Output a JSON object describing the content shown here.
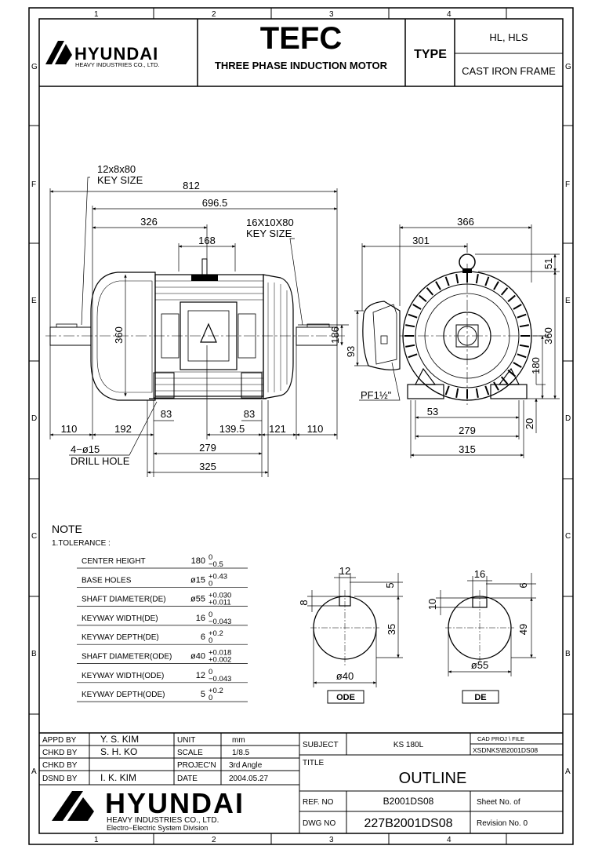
{
  "grid": {
    "columns": [
      "1",
      "2",
      "3",
      "4"
    ],
    "rows": [
      "G",
      "F",
      "E",
      "D",
      "C",
      "B",
      "A"
    ]
  },
  "header": {
    "brand": "HYUNDAI",
    "brand_sub": "HEAVY INDUSTRIES CO., LTD.",
    "title_main": "TEFC",
    "title_sub": "THREE PHASE INDUCTION MOTOR",
    "type_label": "TYPE",
    "type_value": "HL, HLS",
    "frame": "CAST IRON FRAME"
  },
  "front_view": {
    "overall_length": "812",
    "body_length": "696.5",
    "key_ode_value": "12x8x80",
    "key_ode_label": "KEY SIZE",
    "key_de_value": "16X10X80",
    "key_de_label": "KEY SIZE",
    "dim_326": "326",
    "dim_168": "168",
    "dim_360": "360",
    "dim_186": "186",
    "dim_83a": "83",
    "dim_83b": "83",
    "dim_110a": "110",
    "dim_192": "192",
    "dim_139": "139.5",
    "dim_121": "121",
    "dim_110b": "110",
    "dim_279": "279",
    "dim_325": "325",
    "hole_spec": "4−ø15",
    "hole_label": "DRILL HOLE"
  },
  "side_view": {
    "dim_366": "366",
    "dim_301": "301",
    "dim_51": "51",
    "dim_360": "360",
    "dim_180": "180",
    "dim_93": "93",
    "dim_53": "53",
    "dim_20": "20",
    "dim_279": "279",
    "dim_315": "315",
    "pf_label": "PF1½\""
  },
  "note": {
    "title": "NOTE",
    "subtitle": "1.TOLERANCE :",
    "rows": [
      {
        "name": "CENTER HEIGHT",
        "prefix": "180",
        "up": "0",
        "low": "−0.5"
      },
      {
        "name": "BASE HOLES",
        "prefix": "ø15",
        "up": "+0.43",
        "low": "0"
      },
      {
        "name": "SHAFT DIAMETER(DE)",
        "prefix": "ø55",
        "up": "+0.030",
        "low": "+0.011"
      },
      {
        "name": "KEYWAY WIDTH(DE)",
        "prefix": "16",
        "up": "0",
        "low": "−0.043"
      },
      {
        "name": "KEYWAY DEPTH(DE)",
        "prefix": "6",
        "up": "+0.2",
        "low": "0"
      },
      {
        "name": "SHAFT DIAMETER(ODE)",
        "prefix": "ø40",
        "up": "+0.018",
        "low": "+0.002"
      },
      {
        "name": "KEYWAY WIDTH(ODE)",
        "prefix": "12",
        "up": "0",
        "low": "−0.043"
      },
      {
        "name": "KEYWAY DEPTH(ODE)",
        "prefix": "5",
        "up": "+0.2",
        "low": "0"
      }
    ]
  },
  "sections": {
    "ode": {
      "w": "12",
      "d": "5",
      "k": "8",
      "h": "35",
      "dia": "ø40",
      "label": "ODE"
    },
    "de": {
      "w": "16",
      "d": "6",
      "k": "10",
      "h": "49",
      "dia": "ø55",
      "label": "DE"
    }
  },
  "title_block": {
    "appd_label": "APPD  BY",
    "appd": "Y. S. KIM",
    "chkd1_label": "CHKD  BY",
    "chkd1": "S. H. KO",
    "chkd2_label": "CHKD  BY",
    "chkd2": "",
    "dsnd_label": "DSND  BY",
    "dsnd": "I. K. KIM",
    "unit_label": "UNIT",
    "unit": "mm",
    "scale_label": "SCALE",
    "scale": "1/8.5",
    "proj_label": "PROJEC'N",
    "proj": "3rd  Angle",
    "date_label": "DATE",
    "date": "2004.05.27",
    "subject_label": "SUBJECT",
    "subject": "KS 180L",
    "cad_label": "CAD  PROJ    \\  FILE",
    "cad_file": "XSDNKS\\B2001DS08",
    "title_label": "TITLE",
    "title": "OUTLINE",
    "ref_label": "REF. NO",
    "ref": "B2001DS08",
    "sheet_label": "Sheet No.    of",
    "dwg_label": "DWG  NO",
    "dwg": "227B2001DS08",
    "rev_label": "Revision No.   0",
    "logo": "HYUNDAI",
    "logo_sub1": "HEAVY  INDUSTRIES  CO.,  LTD.",
    "logo_sub2": "Electro−Electric System Division"
  }
}
